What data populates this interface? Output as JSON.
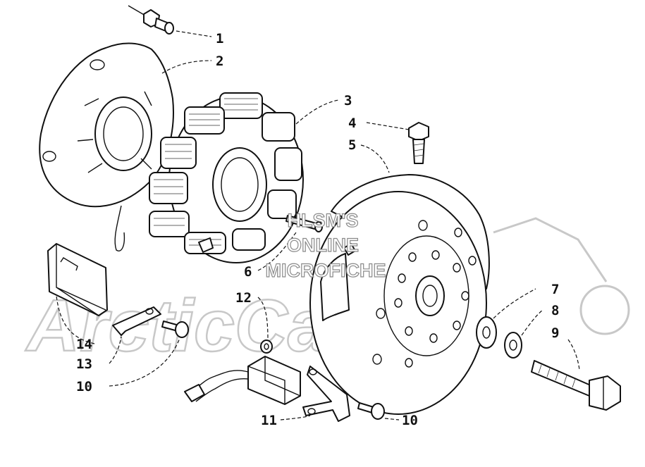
{
  "watermark": {
    "line1": "HLSM'S",
    "line2": "ONLINE",
    "line3": "MICROFICHE",
    "logo": "ArcticCat"
  },
  "callouts": [
    {
      "id": "c1",
      "label": "1"
    },
    {
      "id": "c2",
      "label": "2"
    },
    {
      "id": "c3",
      "label": "3"
    },
    {
      "id": "c4",
      "label": "4"
    },
    {
      "id": "c5",
      "label": "5"
    },
    {
      "id": "c6",
      "label": "6"
    },
    {
      "id": "c7",
      "label": "7"
    },
    {
      "id": "c8",
      "label": "8"
    },
    {
      "id": "c9",
      "label": "9"
    },
    {
      "id": "c10a",
      "label": "10"
    },
    {
      "id": "c10b",
      "label": "10"
    },
    {
      "id": "c11",
      "label": "11"
    },
    {
      "id": "c12",
      "label": "12"
    },
    {
      "id": "c13",
      "label": "13"
    },
    {
      "id": "c14",
      "label": "14"
    }
  ],
  "colors": {
    "line": "#111111",
    "watermark": "#c8c8c8",
    "background": "#ffffff"
  }
}
